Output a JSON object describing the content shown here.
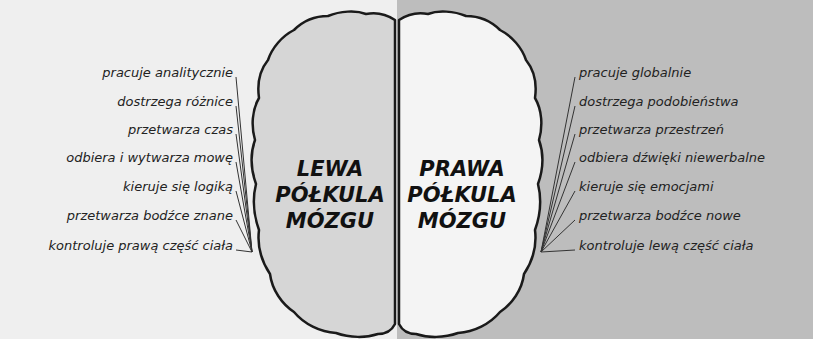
{
  "diagram": {
    "nodes": [
      {
        "text": [
          "LEWA PÓŁKULA MÓZGU"
        ]
      },
      {
        "text": [
          "PRAWA PÓŁKULA MÓZGU"
        ]
      }
    ],
    "labels": [
      "pracuje analitycznie",
      "dostrzega różnice",
      "przetwarza czas",
      "odbiera i wytwarza mowę",
      "kieruje się logiką",
      "przetwarza bodźce znane",
      "kontroluje prawą część ciała",
      "pracuje globalnie",
      "dostrzega podobieństwa",
      "przetwarza przestrzeń",
      "odbiera dźwięki niewerbalne",
      "kieruje się emocjami",
      "przetwarza bodźce nowe",
      "kontroluje lewą część ciała"
    ]
  }
}
